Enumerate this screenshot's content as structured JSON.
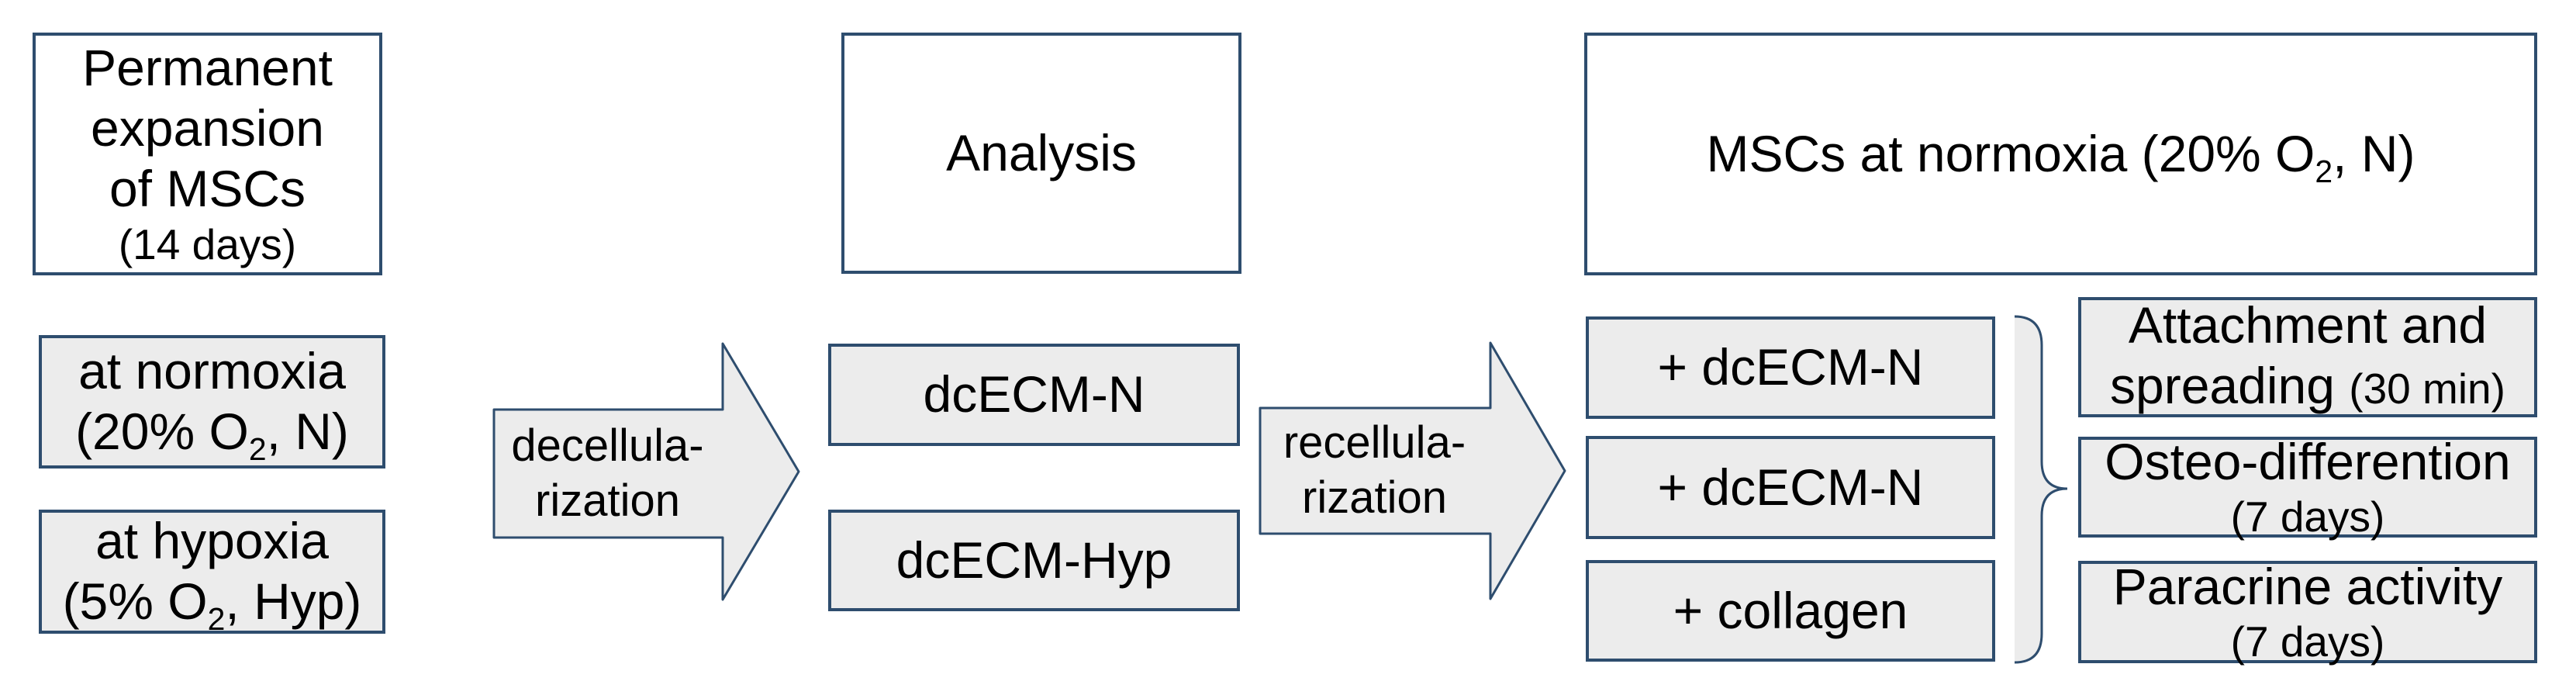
{
  "colors": {
    "border": "#2e4d6e",
    "gray_fill": "#ececec",
    "white_fill": "#ffffff",
    "text": "#000000"
  },
  "stage1": {
    "expansion_box": {
      "line1": "Permanent",
      "line2": "expansion",
      "line3": "of MSCs",
      "duration": "(14 days)"
    },
    "normoxia_box": {
      "line1": "at normoxia",
      "cond_prefix": "(20% O",
      "cond_sub": "2",
      "cond_suffix": ", N)"
    },
    "hypoxia_box": {
      "line1": "at hypoxia",
      "cond_prefix": "(5% O",
      "cond_sub": "2",
      "cond_suffix": ", Hyp)"
    }
  },
  "decell_arrow": {
    "line1": "decellula-",
    "line2": "rization"
  },
  "stage2": {
    "analysis_box": {
      "label": "Analysis"
    },
    "dcecm_n_box": {
      "label": "dcECM-N"
    },
    "dcecm_hyp_box": {
      "label": "dcECM-Hyp"
    }
  },
  "recell_arrow": {
    "line1": "recellula-",
    "line2": "rization"
  },
  "stage3": {
    "mscs_box": {
      "prefix": "MSCs at normoxia (20% O",
      "sub": "2",
      "suffix": ", N)"
    },
    "conditions": [
      {
        "label": "+ dcECM-N"
      },
      {
        "label": "+ dcECM-N"
      },
      {
        "label": "+ collagen"
      }
    ],
    "assays": [
      {
        "line1": "Attachment and",
        "line2_main": "spreading",
        "line2_note": "(30 min)"
      },
      {
        "line1": "Osteo-differention",
        "line2_note": "(7 days)"
      },
      {
        "line1": "Paracrine activity",
        "line2_note": "(7 days)"
      }
    ]
  }
}
